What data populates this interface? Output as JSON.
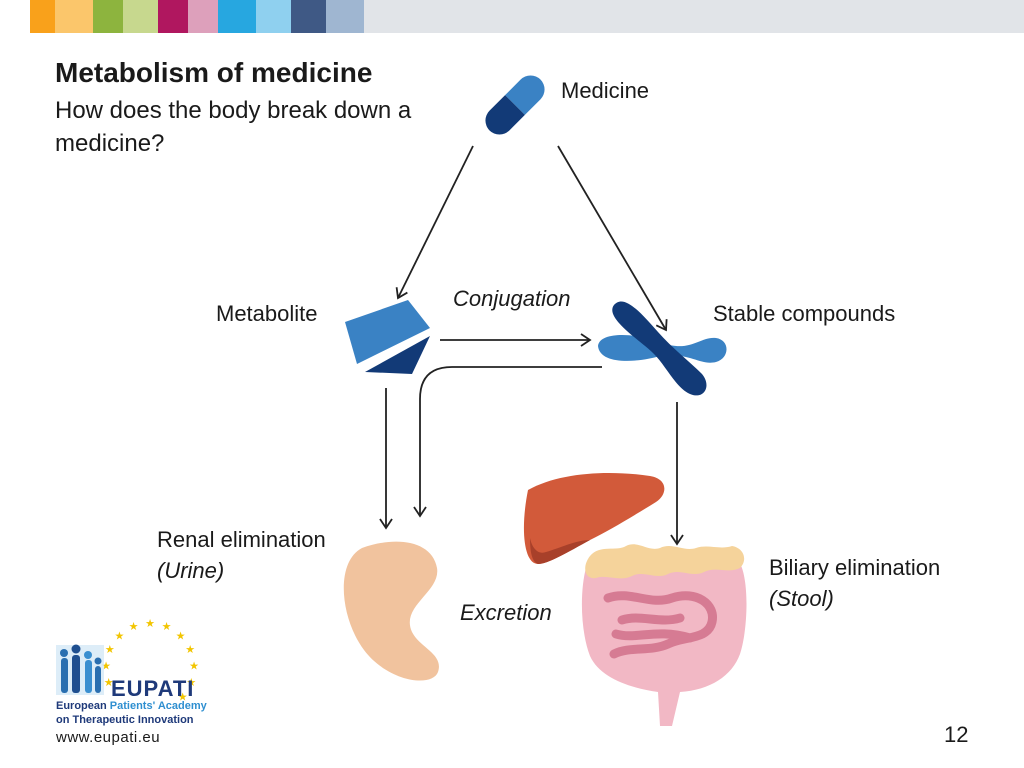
{
  "header": {
    "title": "Metabolism of medicine",
    "subtitle": "How does the body break down a medicine?",
    "strip_colors": [
      "#f9a11b",
      "#fbc66b",
      "#8db43e",
      "#c7d88e",
      "#b0175f",
      "#dda0bb",
      "#27a7e0",
      "#8fd0ef",
      "#3f5985",
      "#9fb6d1",
      "#e1e4e8"
    ]
  },
  "diagram": {
    "medicine": "Medicine",
    "metabolite": "Metabolite",
    "conjugation": "Conjugation",
    "stable_compounds": "Stable compounds",
    "renal_elimination": "Renal elimination",
    "renal_note": "(Urine)",
    "excretion": "Excretion",
    "biliary_elimination": "Biliary elimination",
    "biliary_note": "(Stool)",
    "colors": {
      "medicine_light": "#3a82c4",
      "medicine_dark": "#123a77",
      "kidney": "#f1c39e",
      "liver": "#d25a3a",
      "liver_dark": "#a8402a",
      "intestine": "#f2b8c5",
      "intestine_dark": "#d67b93",
      "intestine_top": "#f5d39b",
      "arrow": "#222222"
    }
  },
  "logo": {
    "name": "EUPATI",
    "line1_a": "European",
    "line1_b": "Patients' Academy",
    "line2": "on Therapeutic Innovation",
    "url": "www.eupati.eu"
  },
  "footer": {
    "page_number": "12"
  }
}
